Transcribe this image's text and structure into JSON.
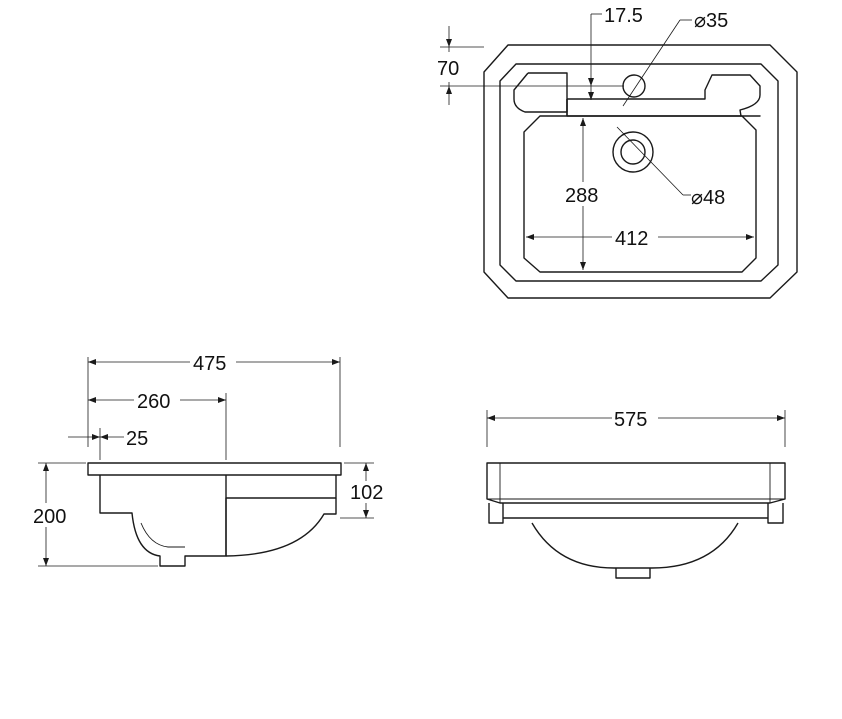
{
  "dimensions": {
    "top_view": {
      "tap_offset": "17.5",
      "tap_hole": "⌀35",
      "edge_to_bowl": "70",
      "bowl_depth": "288",
      "bowl_width": "412",
      "waste_hole": "⌀48"
    },
    "side_view": {
      "overall_depth": "475",
      "bowl_section": "260",
      "lip": "25",
      "overall_height": "200",
      "rim_height": "102"
    },
    "front_view": {
      "overall_width": "575"
    }
  },
  "colors": {
    "line": "#1a1a1a",
    "background": "#ffffff"
  }
}
